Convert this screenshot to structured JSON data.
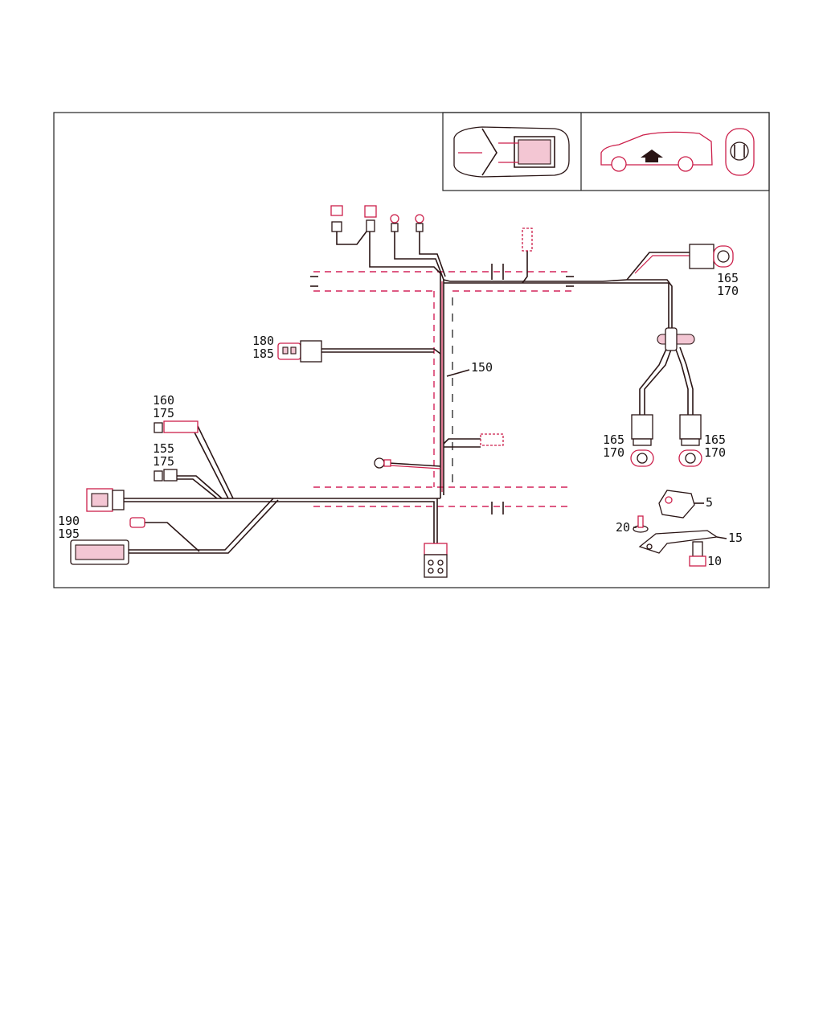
{
  "diagram": {
    "callouts": {
      "c150": "150",
      "c165_170_top": [
        "165",
        "170"
      ],
      "c180_185": [
        "180",
        "185"
      ],
      "c160_175": [
        "160",
        "175"
      ],
      "c155_175": [
        "155",
        "175"
      ],
      "c190_195": [
        "190",
        "195"
      ],
      "c165_170_left": [
        "165",
        "170"
      ],
      "c165_170_right": [
        "165",
        "170"
      ],
      "c5": "5",
      "c20": "20",
      "c15": "15",
      "c10": "10"
    },
    "colors": {
      "wire": "#2a1515",
      "accent": "#cc1f4a",
      "frame": "#222222"
    },
    "icons": [
      "car-top-view-icon",
      "car-side-view-icon",
      "arrow-up-icon",
      "sensor-connector-icon"
    ]
  }
}
